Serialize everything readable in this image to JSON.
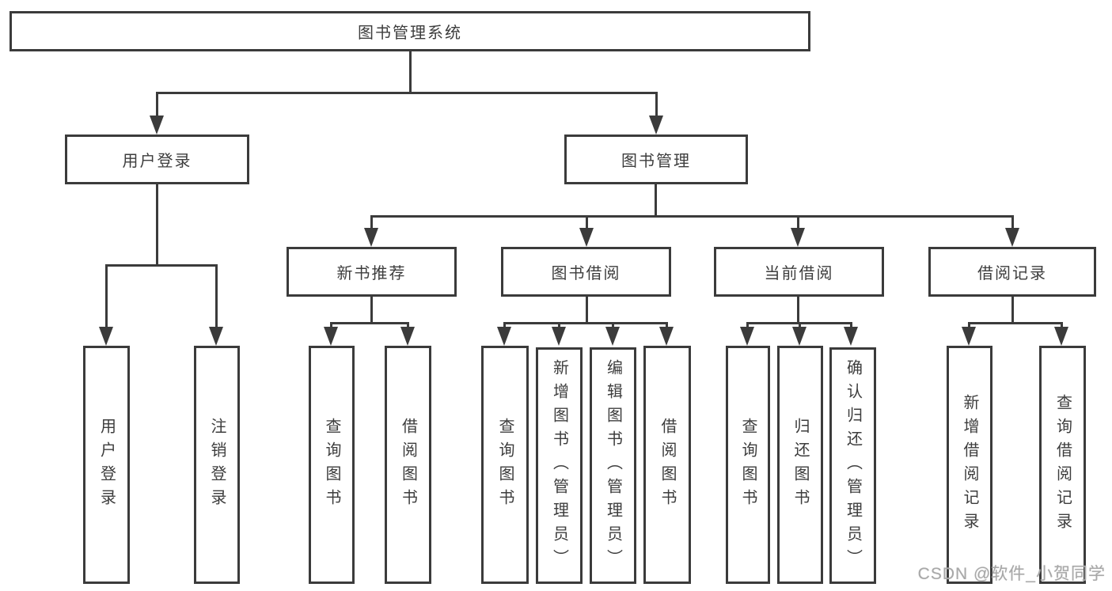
{
  "tree": {
    "root": {
      "label": "图书管理系统"
    },
    "branches": [
      {
        "label": "用户登录",
        "children": [
          {
            "label": "用户登录"
          },
          {
            "label": "注销登录"
          }
        ]
      },
      {
        "label": "图书管理",
        "sections": [
          {
            "label": "新书推荐",
            "children": [
              {
                "label": "查询图书"
              },
              {
                "label": "借阅图书"
              }
            ]
          },
          {
            "label": "图书借阅",
            "children": [
              {
                "label": "查询图书"
              },
              {
                "label": "新增图书（管理员）"
              },
              {
                "label": "编辑图书（管理员）"
              },
              {
                "label": "借阅图书"
              }
            ]
          },
          {
            "label": "当前借阅",
            "children": [
              {
                "label": "查询图书"
              },
              {
                "label": "归还图书"
              },
              {
                "label": "确认归还（管理员）"
              }
            ]
          },
          {
            "label": "借阅记录",
            "children": [
              {
                "label": "新增借阅记录"
              },
              {
                "label": "查询借阅记录"
              }
            ]
          }
        ]
      }
    ]
  },
  "watermark": "CSDN @软件_小贺同学",
  "colors": {
    "line": "#3b3b3b",
    "text": "#3d3d3d",
    "watermark": "#a8a8a8",
    "background": "#ffffff"
  }
}
